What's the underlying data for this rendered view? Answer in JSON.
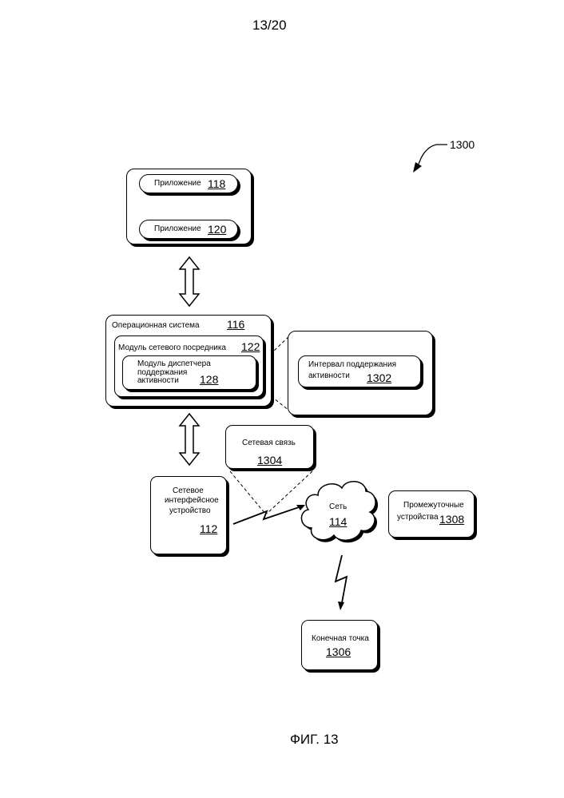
{
  "header": {
    "page_number": "13/20"
  },
  "figure": {
    "ref_number": "1300",
    "caption": "ФИГ. 13",
    "app1": {
      "label": "Приложение",
      "num": "118"
    },
    "app2": {
      "label": "Приложение",
      "num": "120"
    },
    "os": {
      "label": "Операционная система",
      "num": "116"
    },
    "proxy": {
      "label": "Модуль сетевого посредника",
      "num": "122"
    },
    "keepalive_manager": {
      "line1": "Модуль диспетчера",
      "line2": "поддержания",
      "line3": "активности",
      "num": "128"
    },
    "keepalive_interval": {
      "line1": "Интервал поддержания",
      "line2": "активности",
      "num": "1302"
    },
    "net_comm": {
      "label": "Сетевая связь",
      "num": "1304"
    },
    "nic": {
      "line1": "Сетевое",
      "line2": "интерфейсное",
      "line3": "устройство",
      "num": "112"
    },
    "network": {
      "label": "Сеть",
      "num": "114"
    },
    "intermediate": {
      "line1": "Промежуточные",
      "line2": "устройства",
      "num": "1308"
    },
    "endpoint": {
      "label": "Конечная точка",
      "num": "1306"
    }
  }
}
